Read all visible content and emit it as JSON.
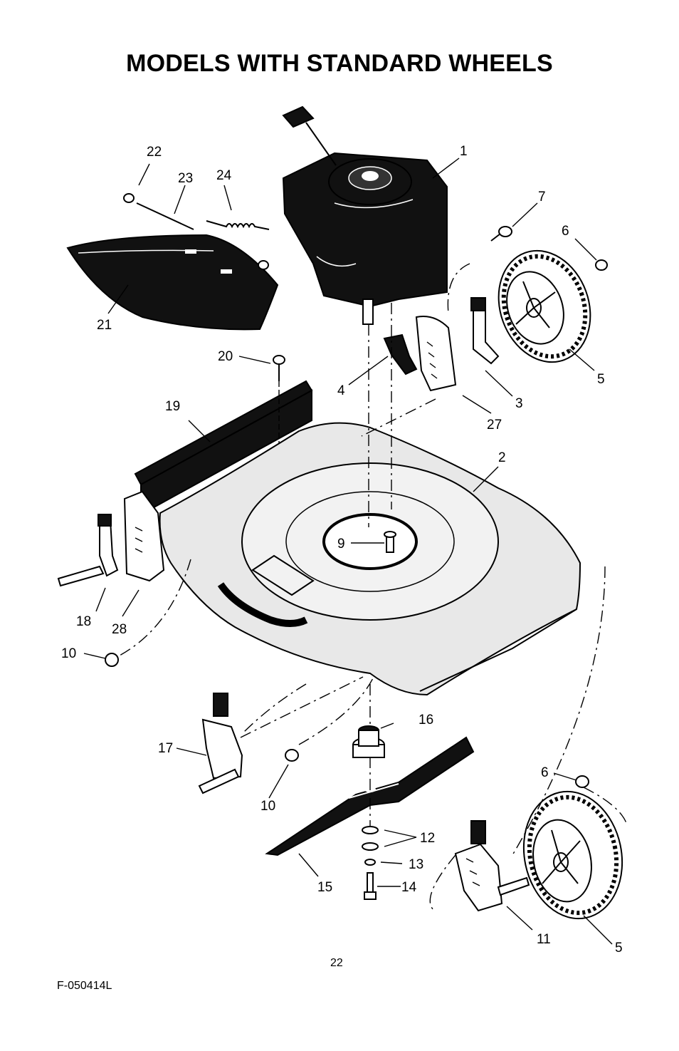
{
  "page": {
    "title": "MODELS WITH STANDARD WHEELS",
    "footer_code": "F-050414L",
    "page_number": "22"
  },
  "callouts": [
    {
      "id": "c1",
      "label": "1"
    },
    {
      "id": "c2",
      "label": "2"
    },
    {
      "id": "c3",
      "label": "3"
    },
    {
      "id": "c4",
      "label": "4"
    },
    {
      "id": "c5a",
      "label": "5"
    },
    {
      "id": "c5b",
      "label": "5"
    },
    {
      "id": "c6a",
      "label": "6"
    },
    {
      "id": "c6b",
      "label": "6"
    },
    {
      "id": "c7",
      "label": "7"
    },
    {
      "id": "c9",
      "label": "9"
    },
    {
      "id": "c10a",
      "label": "10"
    },
    {
      "id": "c10b",
      "label": "10"
    },
    {
      "id": "c11",
      "label": "11"
    },
    {
      "id": "c12",
      "label": "12"
    },
    {
      "id": "c13",
      "label": "13"
    },
    {
      "id": "c14",
      "label": "14"
    },
    {
      "id": "c15",
      "label": "15"
    },
    {
      "id": "c16",
      "label": "16"
    },
    {
      "id": "c17",
      "label": "17"
    },
    {
      "id": "c18",
      "label": "18"
    },
    {
      "id": "c19",
      "label": "19"
    },
    {
      "id": "c20",
      "label": "20"
    },
    {
      "id": "c21",
      "label": "21"
    },
    {
      "id": "c22",
      "label": "22"
    },
    {
      "id": "c23",
      "label": "23"
    },
    {
      "id": "c24",
      "label": "24"
    },
    {
      "id": "c27",
      "label": "27"
    },
    {
      "id": "c28",
      "label": "28"
    }
  ]
}
